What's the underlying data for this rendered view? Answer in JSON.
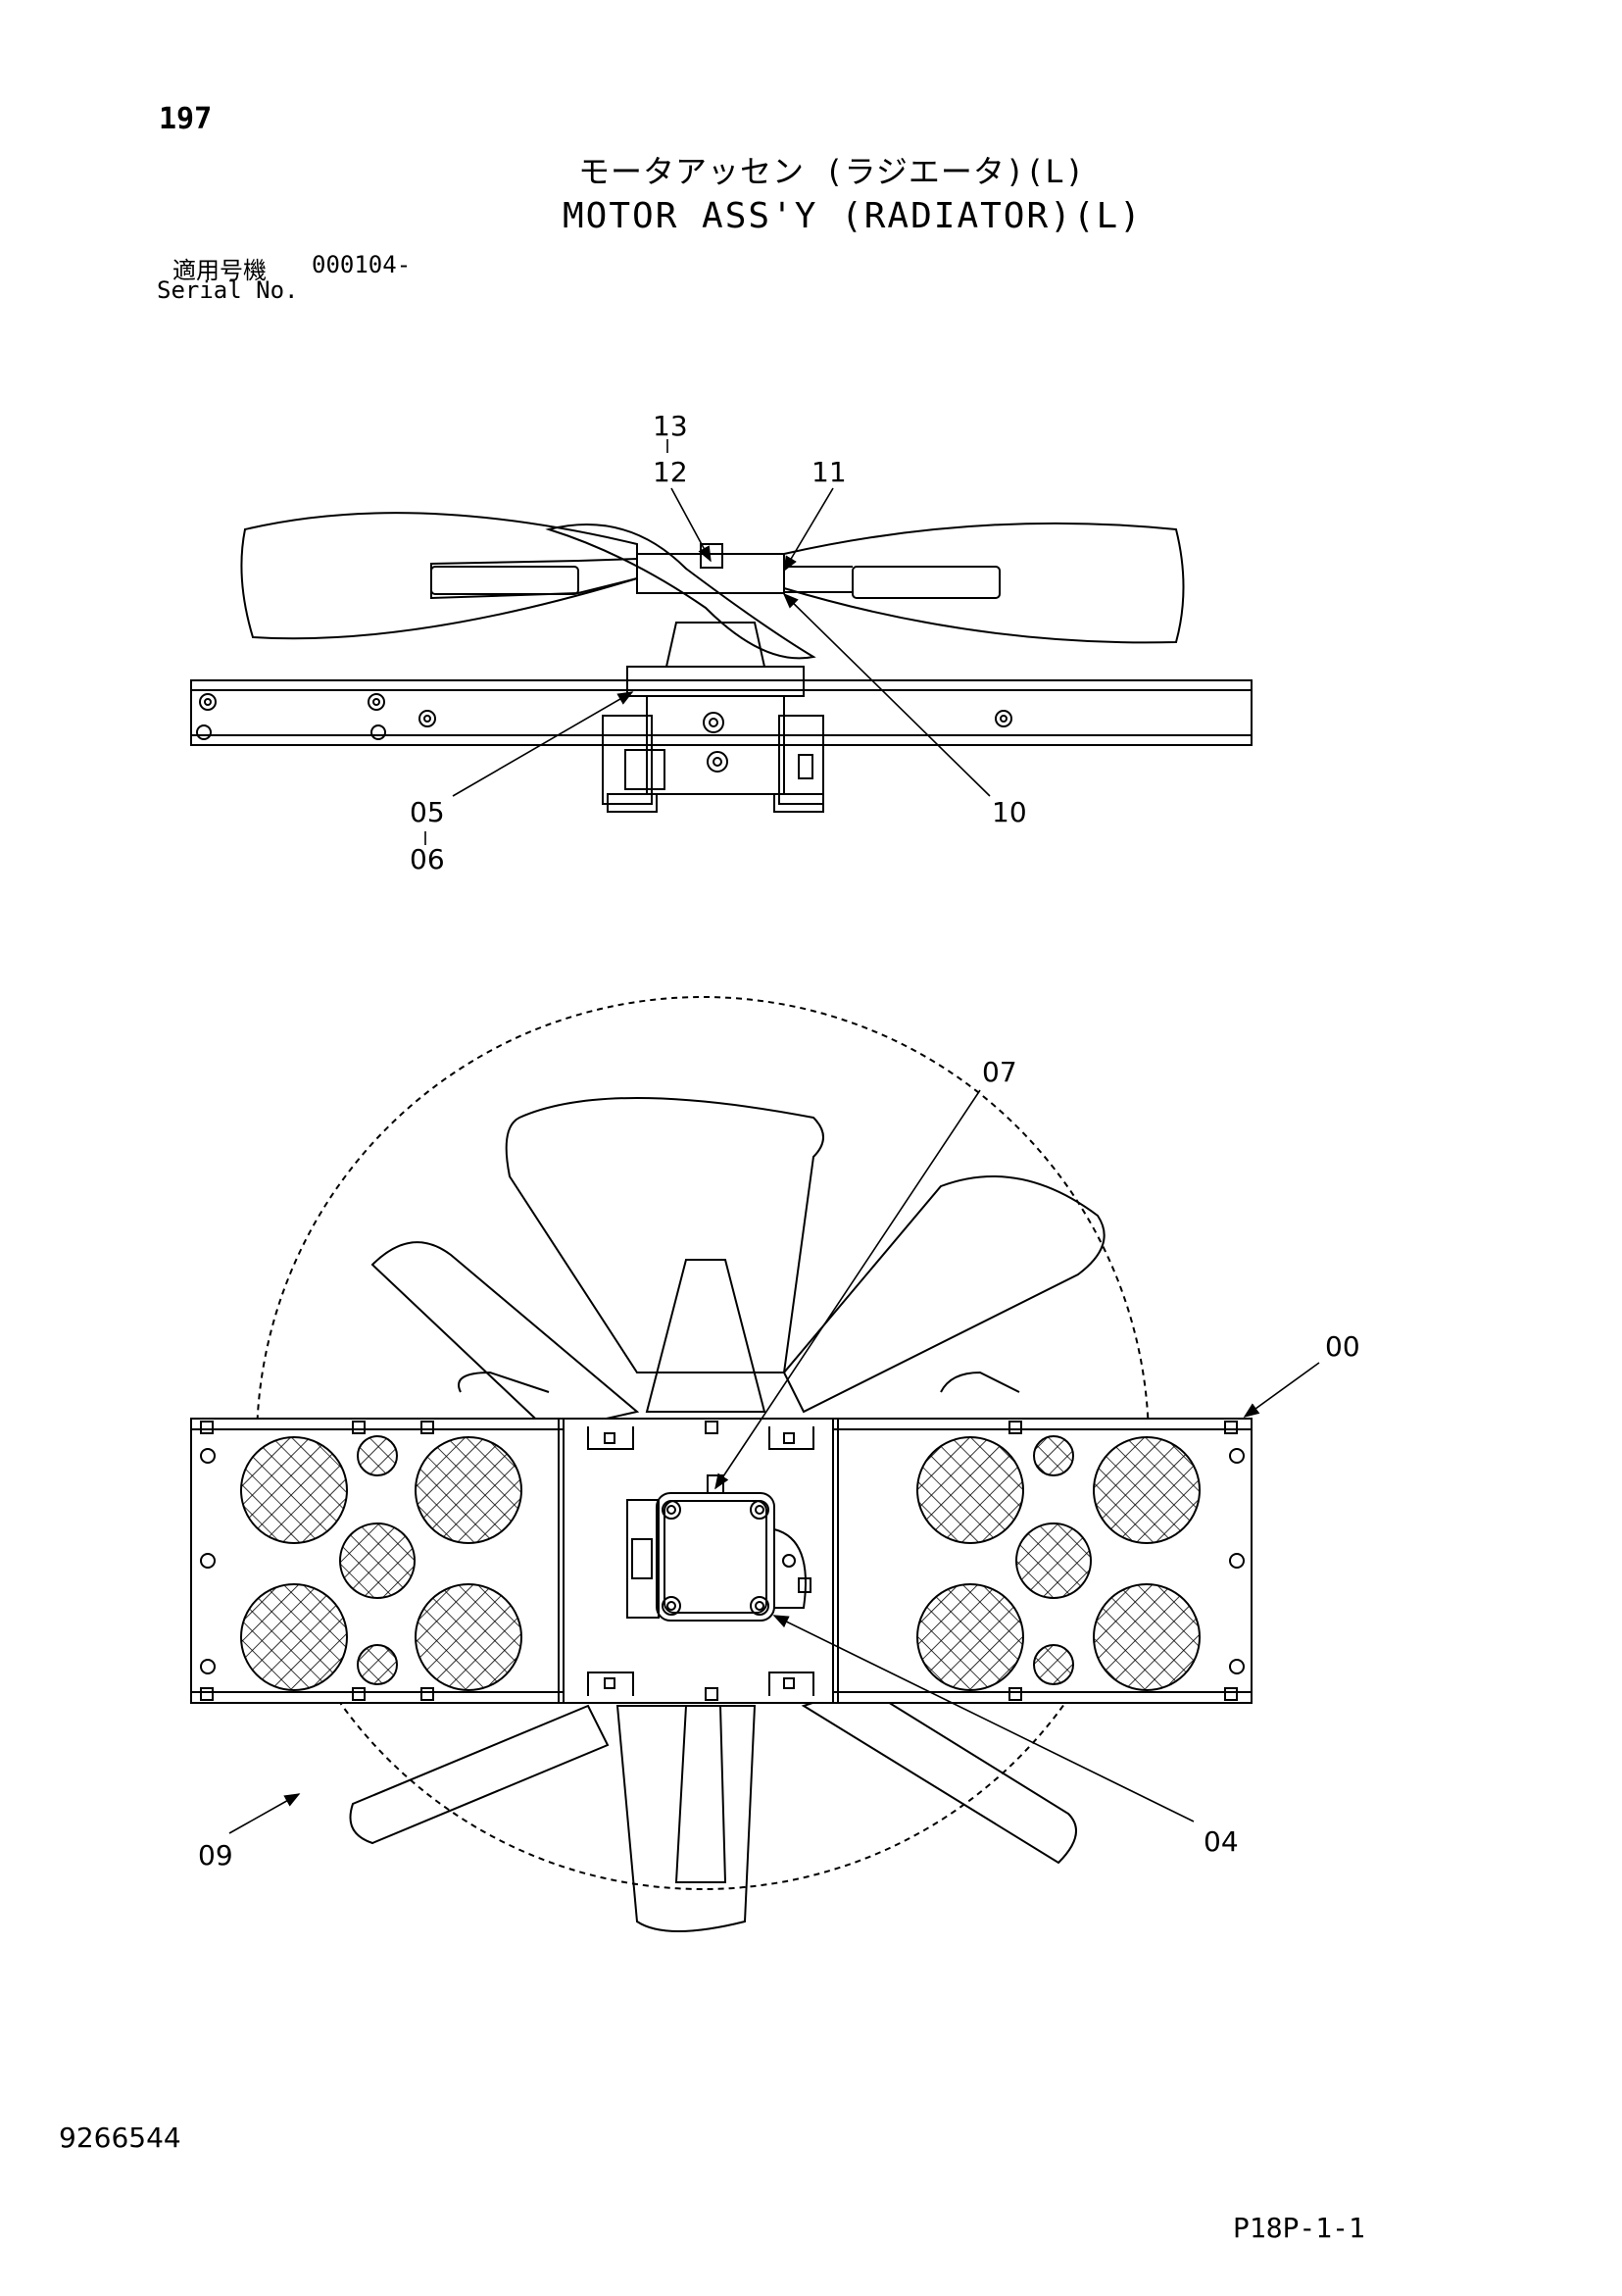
{
  "header": {
    "page_number": "197",
    "title_jp": "モータアッセン (ラジエータ)(L)",
    "title_en": "MOTOR ASS'Y (RADIATOR)(L)",
    "serial_label_jp": "適用号機",
    "serial_value": "000104-",
    "serial_label_en": "Serial No."
  },
  "callouts": {
    "c13": "13",
    "c12": "12",
    "c11": "11",
    "c10": "10",
    "c05": "05",
    "c06": "06",
    "c07": "07",
    "c00": "00",
    "c04": "04",
    "c09": "09"
  },
  "footer": {
    "doc_number": "9266544",
    "page_code": "P18P-1-1"
  }
}
